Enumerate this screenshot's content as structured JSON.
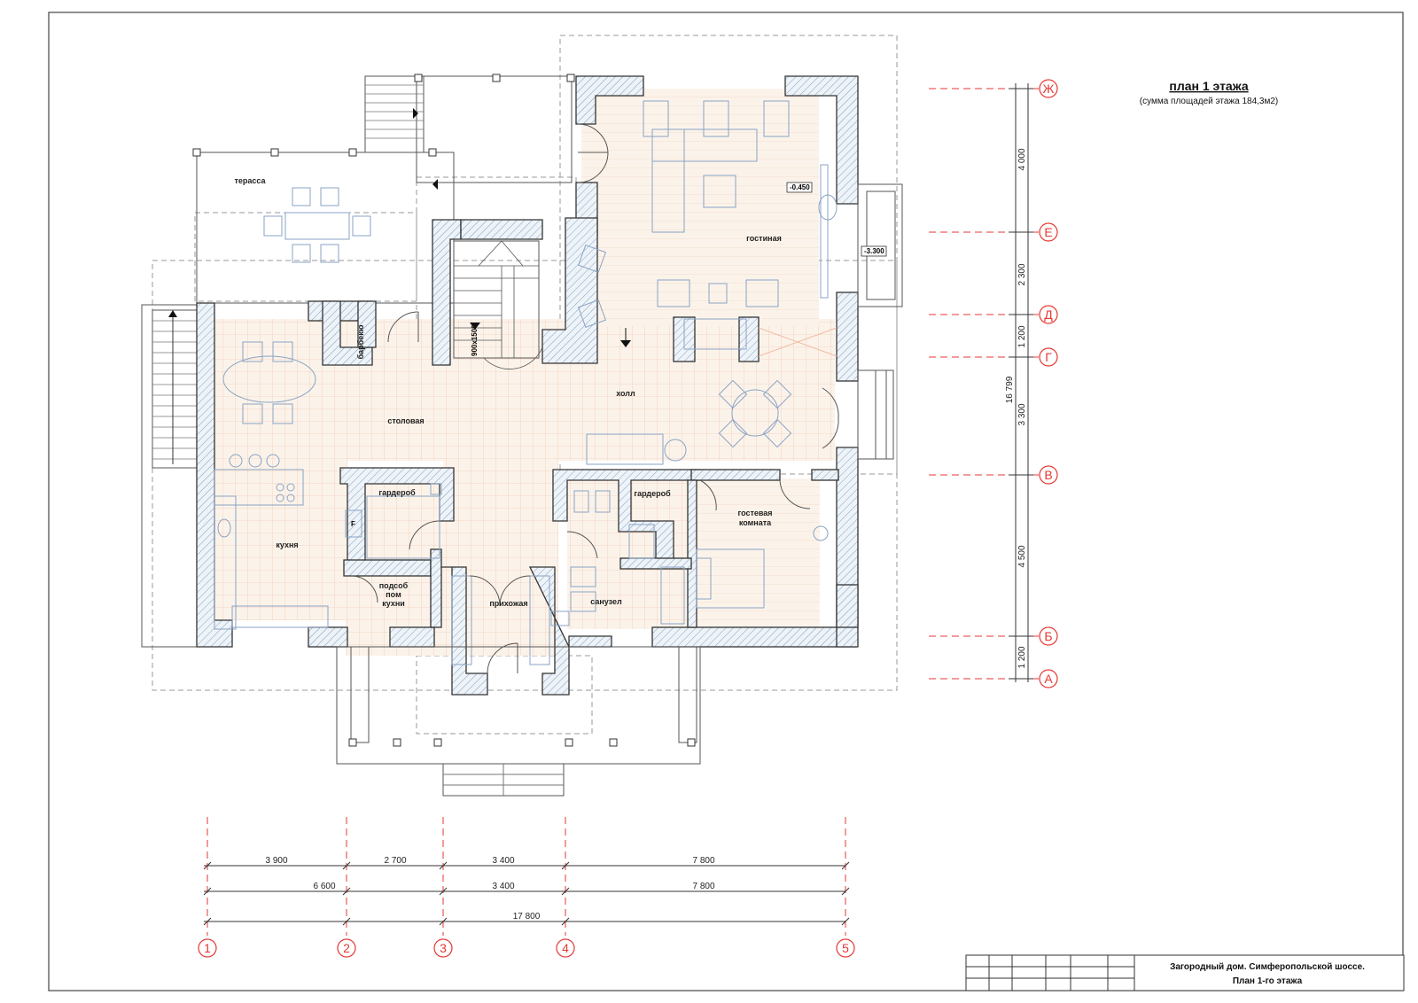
{
  "title": "план 1 этажа",
  "subtitle": "(сумма площадей этажа 184,3м2)",
  "rooms": {
    "terrace": "терасса",
    "living": "гостиная",
    "hall": "холл",
    "dining": "столовая",
    "kitchen": "кухня",
    "bbq": "барбекю",
    "wardrobe_left": "гардероб",
    "wardrobe_right": "гардероб",
    "utility_1": "подсоб",
    "utility_2": "пом",
    "utility_3": "кухни",
    "entrance": "прихожая",
    "bathroom": "санузел",
    "guest_1": "гостевая",
    "guest_2": "комната"
  },
  "level_marks": {
    "living": "-0.450",
    "balcony": "-3.300"
  },
  "stair_note": "900x1500",
  "fridge_mark": "F",
  "row_axes": [
    "Ж",
    "Е",
    "Д",
    "Г",
    "В",
    "Б",
    "А"
  ],
  "col_axes": [
    "1",
    "2",
    "3",
    "4",
    "5"
  ],
  "vertical_dims": [
    "4 000",
    "2 300",
    "1 200",
    "3 300",
    "4 500",
    "1 200"
  ],
  "vertical_total": "16 799",
  "horizontal_dims_row1": [
    "3 900",
    "2 700",
    "3 400",
    "7 800"
  ],
  "horizontal_dims_row2": [
    "6 600",
    "3 400",
    "7 800"
  ],
  "horizontal_total": "17 800",
  "stamp": {
    "line1": "Загородный дом. Симферопольской шоссе.",
    "line2": "План 1-го этажа"
  }
}
